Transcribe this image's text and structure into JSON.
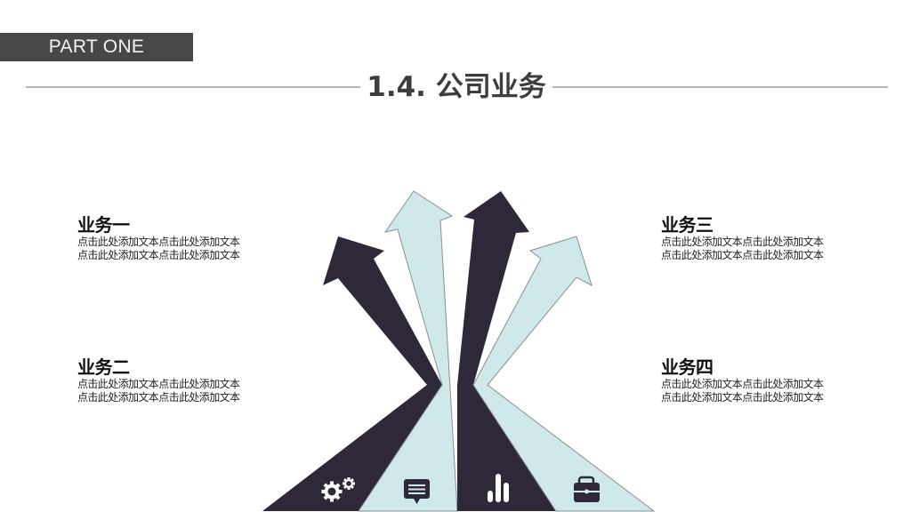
{
  "header": {
    "part_label": "PART ONE",
    "title": "1.4. 公司业务"
  },
  "colors": {
    "dark": "#2f2838",
    "light": "#cfe8ea",
    "outline": "#8a8f94",
    "badge_bg": "#474747",
    "rule": "#b5b5b5"
  },
  "businesses": [
    {
      "title": "业务一",
      "lines": [
        "点击此处添加文本点击此处添加文本",
        "点击此处添加文本点击此处添加文本"
      ]
    },
    {
      "title": "业务二",
      "lines": [
        "点击此处添加文本点击此处添加文本",
        "点击此处添加文本点击此处添加文本"
      ]
    },
    {
      "title": "业务三",
      "lines": [
        "点击此处添加文本点击此处添加文本",
        "点击此处添加文本点击此处添加文本"
      ]
    },
    {
      "title": "业务四",
      "lines": [
        "点击此处添加文本点击此处添加文本",
        "点击此处添加文本点击此处添加文本"
      ]
    }
  ],
  "arrows": [
    {
      "color": "dark",
      "icon": "gears-icon"
    },
    {
      "color": "light",
      "icon": "chat-icon"
    },
    {
      "color": "dark",
      "icon": "bar-chart-icon"
    },
    {
      "color": "light",
      "icon": "briefcase-icon"
    }
  ]
}
